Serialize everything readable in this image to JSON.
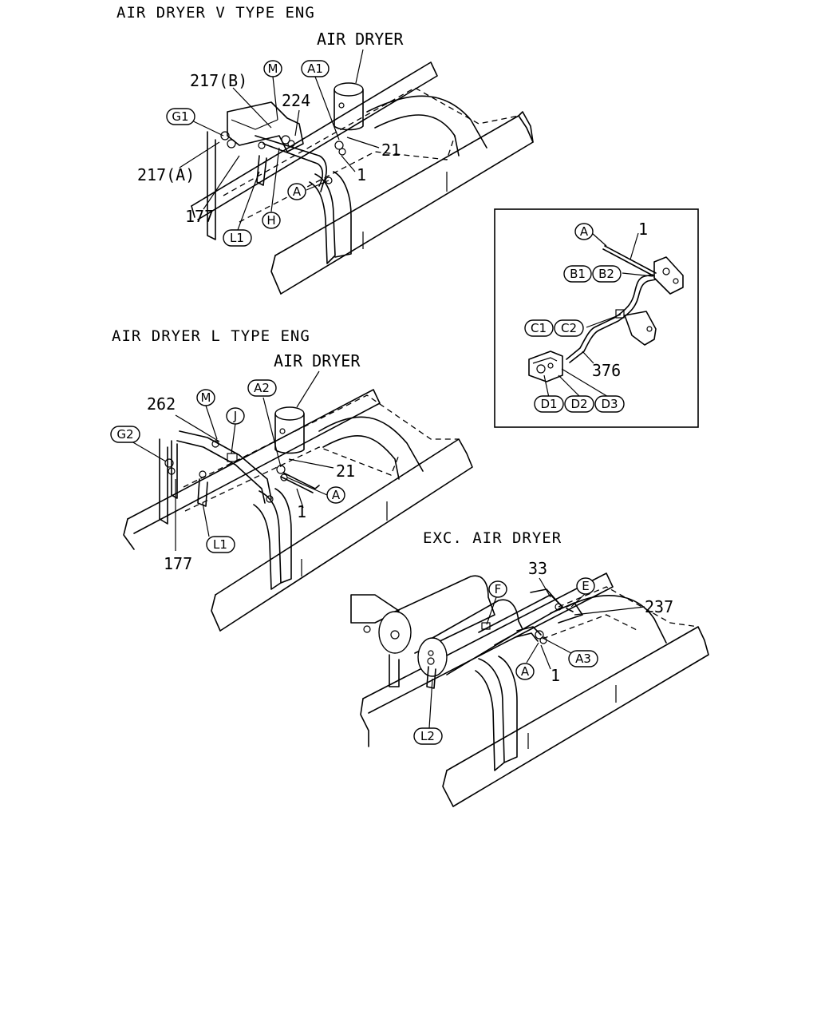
{
  "sections": {
    "v_type": {
      "title": "AIR DRYER V TYPE ENG",
      "air_dryer": "AIR DRYER",
      "bubbles": {
        "m": "M",
        "a1": "A1",
        "g1": "G1",
        "a": "A",
        "h": "H",
        "l1": "L1"
      },
      "labels": {
        "p217b": "217(B)",
        "p224": "224",
        "p21": "21",
        "p217a": "217(A)",
        "p1": "1",
        "p177": "177"
      }
    },
    "l_type": {
      "title": "AIR DRYER L TYPE ENG",
      "air_dryer": "AIR DRYER",
      "bubbles": {
        "a2": "A2",
        "m": "M",
        "j": "J",
        "g2": "G2",
        "a": "A",
        "l1": "L1"
      },
      "labels": {
        "p262": "262",
        "p21": "21",
        "p1": "1",
        "p177": "177"
      }
    },
    "detail": {
      "bubbles": {
        "a": "A",
        "b1": "B1",
        "b2": "B2",
        "c1": "C1",
        "c2": "C2",
        "d1": "D1",
        "d2": "D2",
        "d3": "D3"
      },
      "labels": {
        "p1": "1",
        "p376": "376"
      }
    },
    "exc": {
      "title": "EXC. AIR DRYER",
      "bubbles": {
        "f": "F",
        "e": "E",
        "a3": "A3",
        "a": "A",
        "l2": "L2"
      },
      "labels": {
        "p33": "33",
        "p237": "237",
        "p1": "1"
      }
    }
  }
}
